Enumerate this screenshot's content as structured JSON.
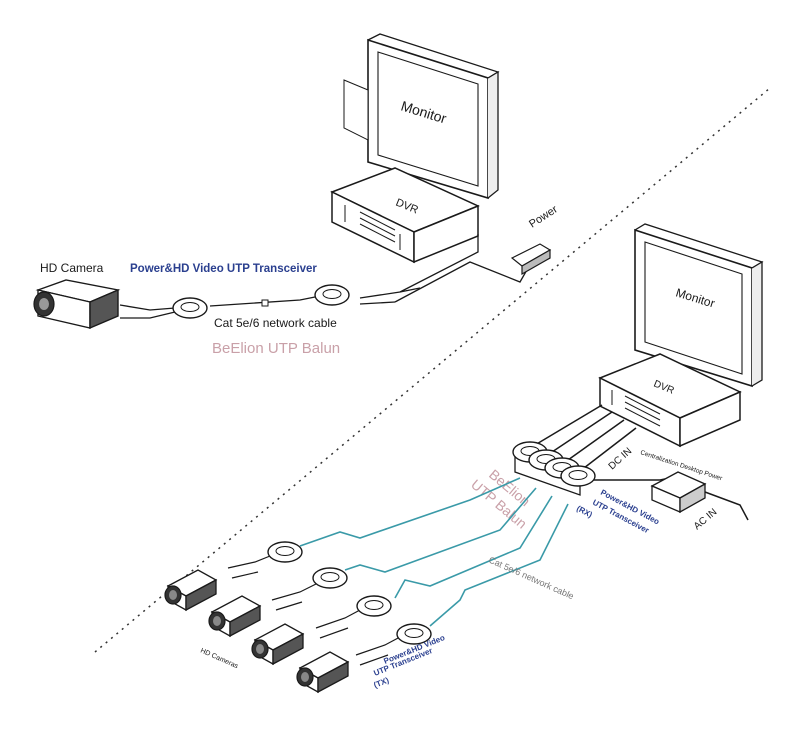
{
  "top": {
    "camera_label": "HD Camera",
    "transceiver_label": "Power&HD Video UTP Transceiver",
    "cable_label": "Cat 5e/6 network cable",
    "brand_label": "BeElion UTP Balun",
    "power_label": "Power",
    "dvr_label": "DVR",
    "monitor_label": "Monitor"
  },
  "bottom": {
    "monitor_label": "Monitor",
    "dvr_label": "DVR",
    "dcin_label": "DC IN",
    "desktop_power_label": "Centralization Desktop Power",
    "acin_label": "AC IN",
    "rx_label_1": "Power&HD Video",
    "rx_label_2": "UTP Transceiver",
    "rx_label_3": "(RX)",
    "brand_line_1": "BeElion",
    "brand_line_2": "UTP Balun",
    "cable_label": "Cat 5e/6 network cable",
    "cameras_label": "HD Cameras",
    "tx_label_1": "Power&HD Video",
    "tx_label_2": "UTP Transceiver",
    "tx_label_3": "(TX)"
  },
  "colors": {
    "line": "#1a1a1a",
    "cable_teal": "#3a9aa8",
    "brand_pink": "#c9a0a8",
    "label_blue": "#2a3f8f"
  }
}
